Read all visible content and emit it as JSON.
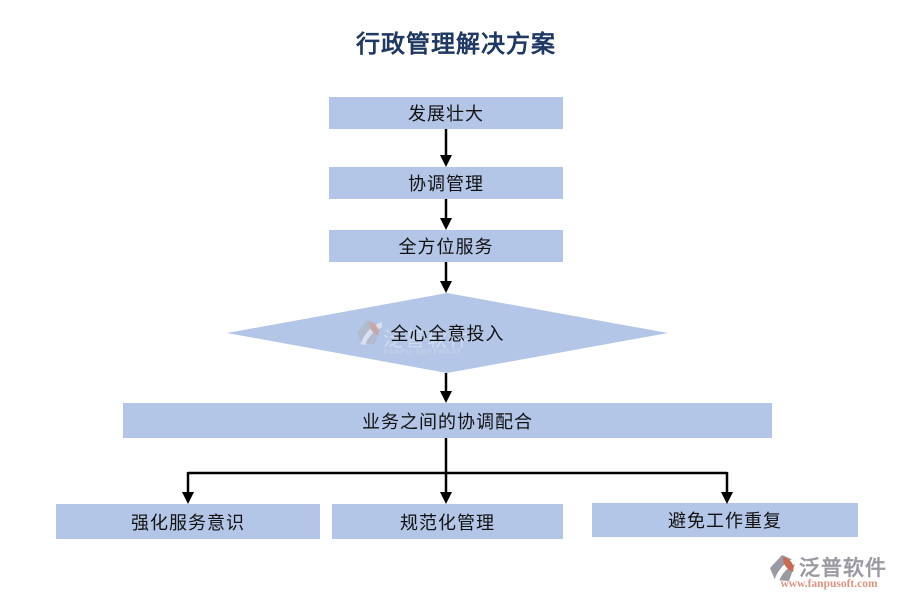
{
  "title": "行政管理解决方案",
  "colors": {
    "node_fill": "#b4c6e7",
    "node_text": "#111111",
    "title_text": "#1f3864",
    "arrow": "#000000",
    "logo_gray": "#9a9aa2",
    "logo_orange": "#c96a50",
    "logo_url": "#dc9383",
    "watermark_text": "#c9d3e6"
  },
  "flowchart": {
    "nodes": {
      "growth": "发展壮大",
      "coordination": "协调管理",
      "full_service": "全方位服务",
      "dedication": "全心全意投入",
      "business_coordination": "业务之间的协调配合",
      "service_awareness": "强化服务意识",
      "standardized_management": "规范化管理",
      "avoid_duplication": "避免工作重复"
    }
  },
  "watermark": {
    "ghost_text": "泛普软件",
    "subtext": "FANPU SOFTWARE"
  },
  "logo": {
    "name": "泛普软件",
    "url": "www.fanpusoft.com"
  }
}
